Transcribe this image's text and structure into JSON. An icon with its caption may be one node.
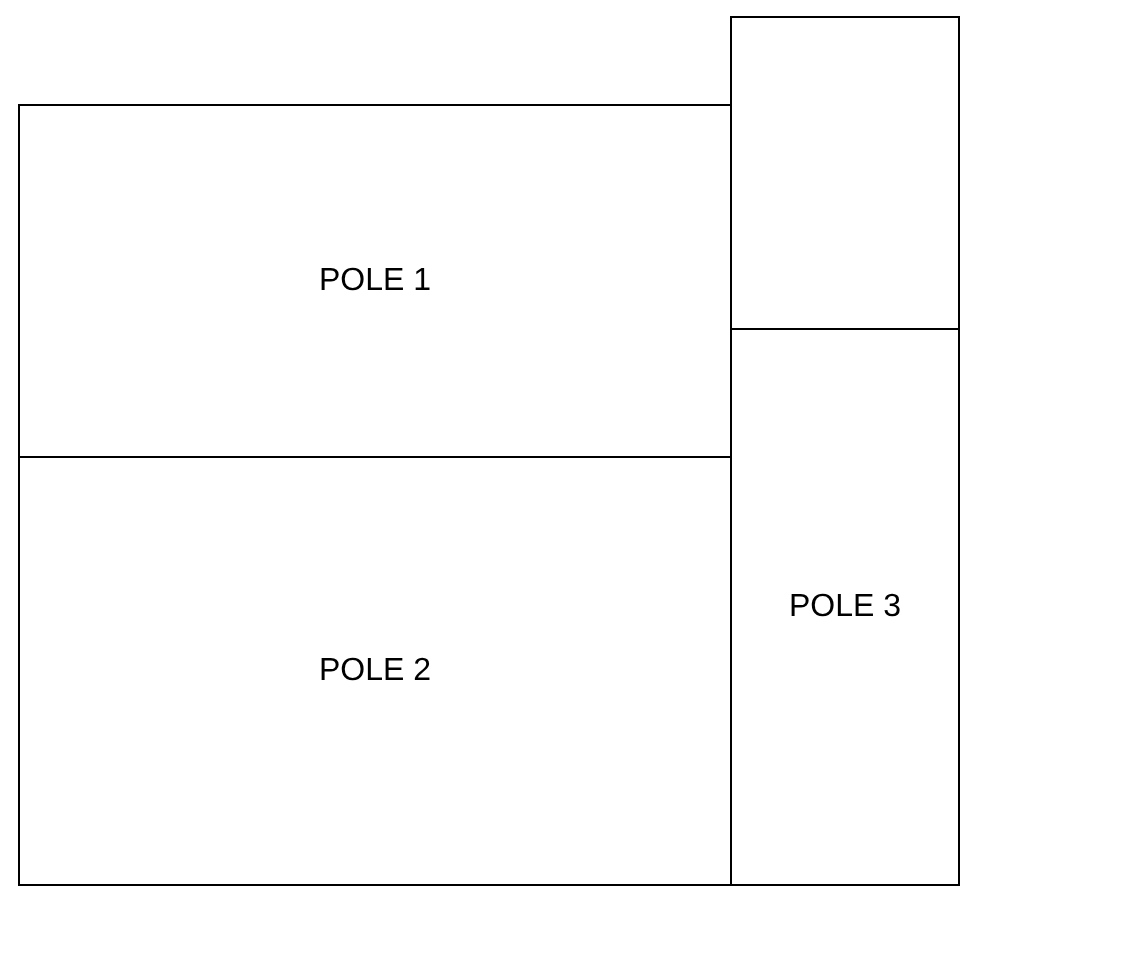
{
  "diagram": {
    "nodes": [
      {
        "text": [],
        "shape": "box"
      },
      {
        "text": [
          "POLE 1"
        ]
      },
      {
        "text": [
          "POLE 2"
        ]
      },
      {
        "text": [
          "POLE 3"
        ]
      }
    ]
  }
}
